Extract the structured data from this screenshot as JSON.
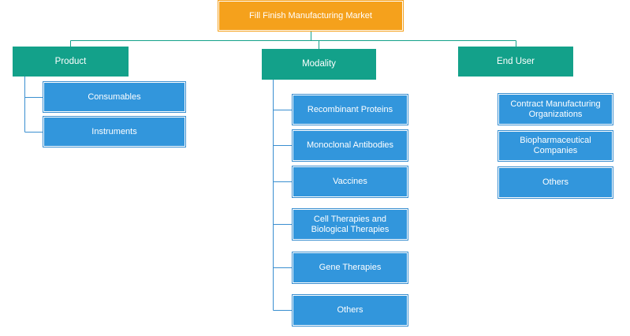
{
  "root": {
    "label": "Fill Finish Manufacturing Market"
  },
  "categories": [
    {
      "label": "Product",
      "items": [
        "Consumables",
        "Instruments"
      ]
    },
    {
      "label": "Modality",
      "items": [
        "Recombinant Proteins",
        "Monoclonal Antibodies",
        "Vaccines",
        "Cell Therapies and Biological Therapies",
        "Gene Therapies",
        "Others"
      ]
    },
    {
      "label": "End User",
      "items": [
        "Contract Manufacturing Organizations",
        "Biopharmaceutical Companies",
        "Others"
      ]
    }
  ],
  "colors": {
    "root": "#f5a11c",
    "category": "#13a18a",
    "leaf": "#3296dc",
    "connector_root": "#13a18a",
    "connector_leaf": "#3a8fd0"
  }
}
